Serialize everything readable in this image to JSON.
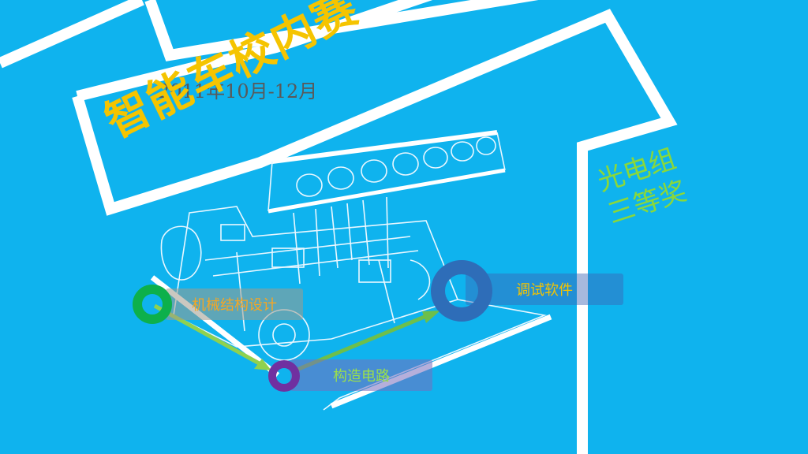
{
  "slide": {
    "title": "智能车校内赛",
    "date": "2011年10月-12月",
    "award_line1": "光电组",
    "award_line2": "三等奖",
    "steps": [
      {
        "label": "机械结构设计"
      },
      {
        "label": "构造电路"
      },
      {
        "label": "调试软件"
      }
    ]
  },
  "colors": {
    "background": "#0fb3ee",
    "title": "#f5c400",
    "award": "#8ad83a",
    "ring_green": "#0db04b",
    "ring_purple": "#7030a0",
    "ring_blue": "#2e6db8"
  }
}
